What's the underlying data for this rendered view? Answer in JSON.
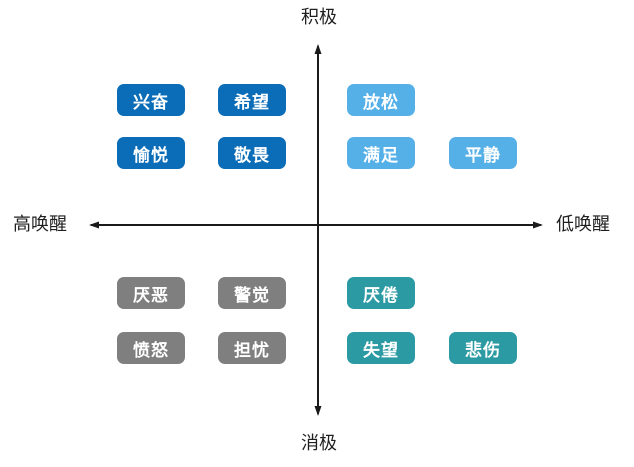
{
  "diagram": {
    "type": "quadrant-emotion-map",
    "axis_labels": {
      "top": "积极",
      "bottom": "消极",
      "left": "高唤醒",
      "right": "低唤醒"
    },
    "colors": {
      "axis": "#1a1a1a",
      "box_text": "#ffffff",
      "background": "#ffffff",
      "quadrant_top_left": "#0b6db7",
      "quadrant_top_right": "#56b0e8",
      "quadrant_bottom_left": "#7f7f7f",
      "quadrant_bottom_right": "#2b9aa3"
    },
    "quadrants": [
      {
        "id": "positive-high-arousal",
        "position": "top-left",
        "color": "#0b6db7",
        "items": [
          "兴奋",
          "希望",
          "愉悦",
          "敬畏"
        ]
      },
      {
        "id": "positive-low-arousal",
        "position": "top-right",
        "color": "#56b0e8",
        "items": [
          "放松",
          "满足",
          "平静"
        ]
      },
      {
        "id": "negative-high-arousal",
        "position": "bottom-left",
        "color": "#7f7f7f",
        "items": [
          "厌恶",
          "警觉",
          "愤怒",
          "担忧"
        ]
      },
      {
        "id": "negative-low-arousal",
        "position": "bottom-right",
        "color": "#2b9aa3",
        "items": [
          "厌倦",
          "失望",
          "悲伤"
        ]
      }
    ]
  }
}
